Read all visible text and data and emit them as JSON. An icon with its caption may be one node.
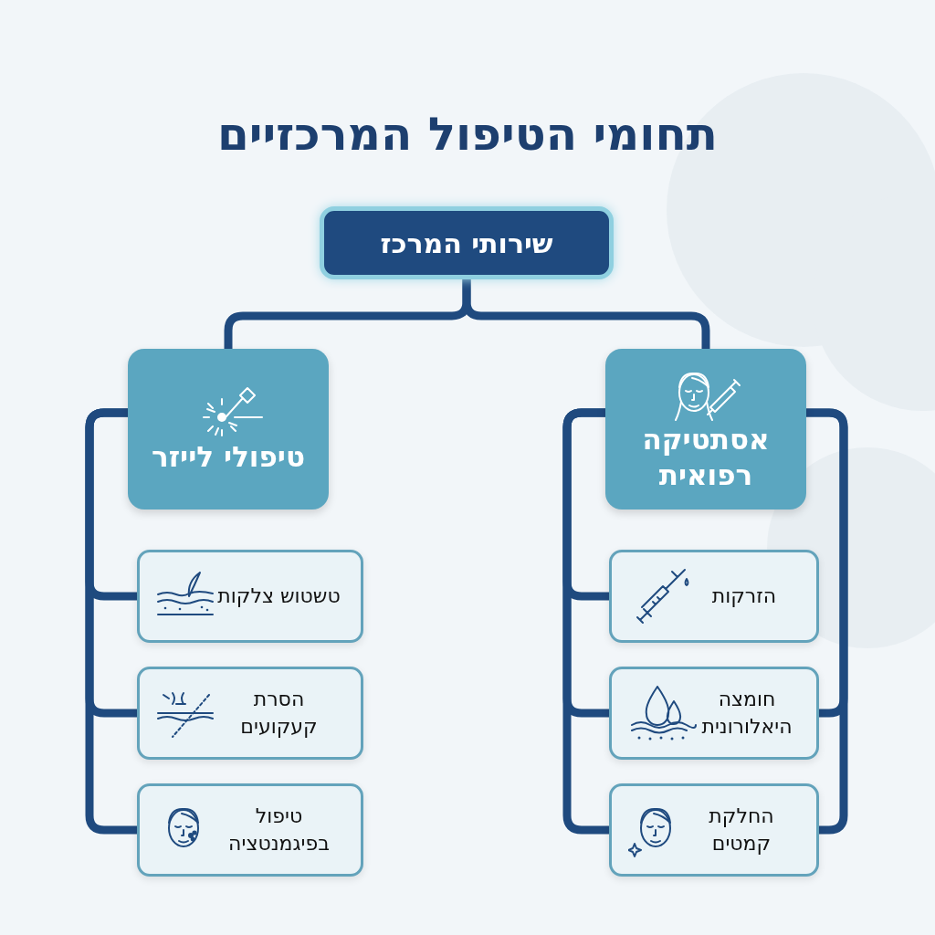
{
  "diagram": {
    "title": "תחומי הטיפול המרכזיים",
    "nodes": [
      {
        "text": [
          "שירותי המרכז"
        ]
      },
      {
        "text": [
          "אסתטיקה רפואית"
        ]
      },
      {
        "text": [
          "טיפולי לייזר"
        ]
      },
      {
        "text": [
          "הזרקות"
        ]
      },
      {
        "text": [
          "חומצה היאלורונית"
        ]
      },
      {
        "text": [
          "החלקת קמטים"
        ]
      },
      {
        "text": [
          "טשטוש צלקות"
        ]
      },
      {
        "text": [
          "הסרת קעקועים"
        ]
      },
      {
        "text": [
          "טיפול בפיגמנטציה"
        ]
      }
    ],
    "edges": [
      {
        "from": 0,
        "to": 1,
        "arrow": "none"
      },
      {
        "from": 0,
        "to": 2,
        "arrow": "none"
      },
      {
        "from": 1,
        "to": 3,
        "arrow": "none"
      },
      {
        "from": 1,
        "to": 4,
        "arrow": "none"
      },
      {
        "from": 1,
        "to": 5,
        "arrow": "none"
      },
      {
        "from": 1,
        "to": 4,
        "arrow": "none"
      },
      {
        "from": 1,
        "to": 5,
        "arrow": "none"
      },
      {
        "from": 2,
        "to": 6,
        "arrow": "none"
      },
      {
        "from": 2,
        "to": 7,
        "arrow": "none"
      },
      {
        "from": 2,
        "to": 8,
        "arrow": "none"
      }
    ]
  }
}
